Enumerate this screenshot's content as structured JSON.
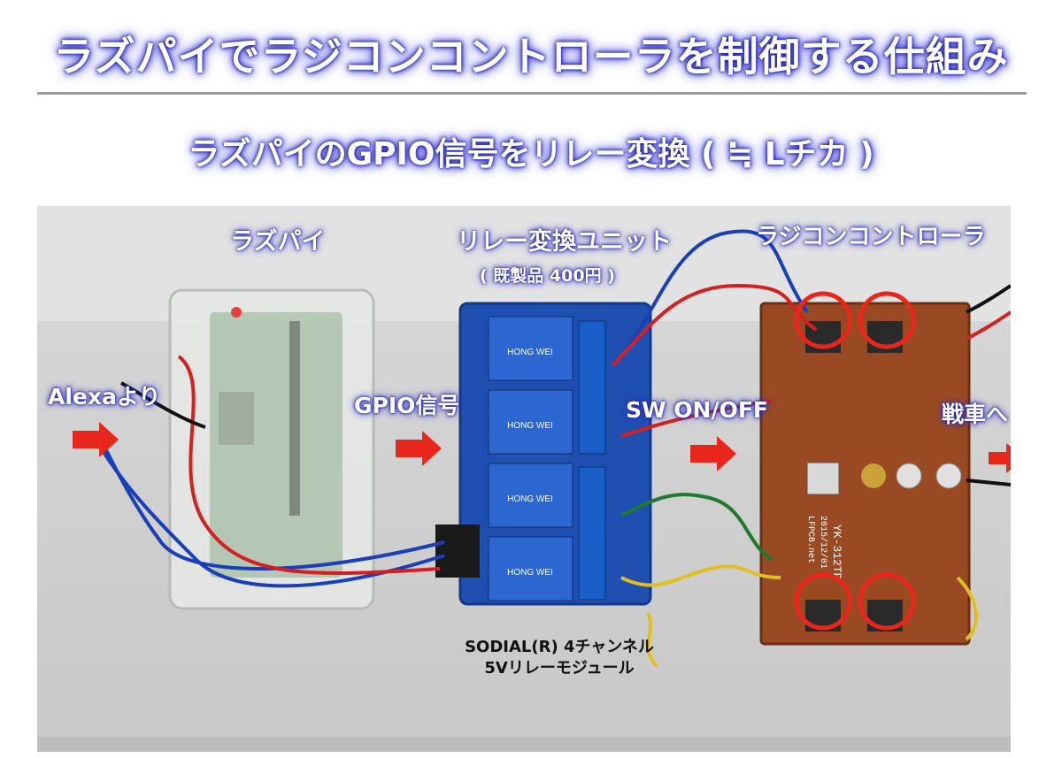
{
  "title": "ラズパイでラジコンコントローラを制御する仕組み",
  "subtitle": "ラズパイのGPIO信号をリレー変換 ( ≒ Lチカ )",
  "labels": {
    "raspi": "ラズパイ",
    "relay_unit": "リレー変換ユニット",
    "relay_price": "( 既製品 400円 )",
    "controller": "ラジコンコントローラ",
    "from_alexa": "Alexaより",
    "gpio_signal": "GPIO信号",
    "sw_onoff": "SW ON/OFF",
    "to_tank": "戦車へ",
    "module_line1": "SODIAL(R) 4チャンネル",
    "module_line2": "5Vリレーモジュール"
  },
  "board_marks": {
    "relay_brand": "HONG WEI",
    "pcb_model": "YK-312TP",
    "pcb_site": "LFPCB.net",
    "pcb_date": "2015/12/01"
  },
  "colors": {
    "title_glow": "#3b3bd6",
    "arrow": "#e8261b",
    "highlight_circle": "#e8261b",
    "relay_board": "#1f4fb0",
    "controller_pcb": "#9a4a22"
  }
}
